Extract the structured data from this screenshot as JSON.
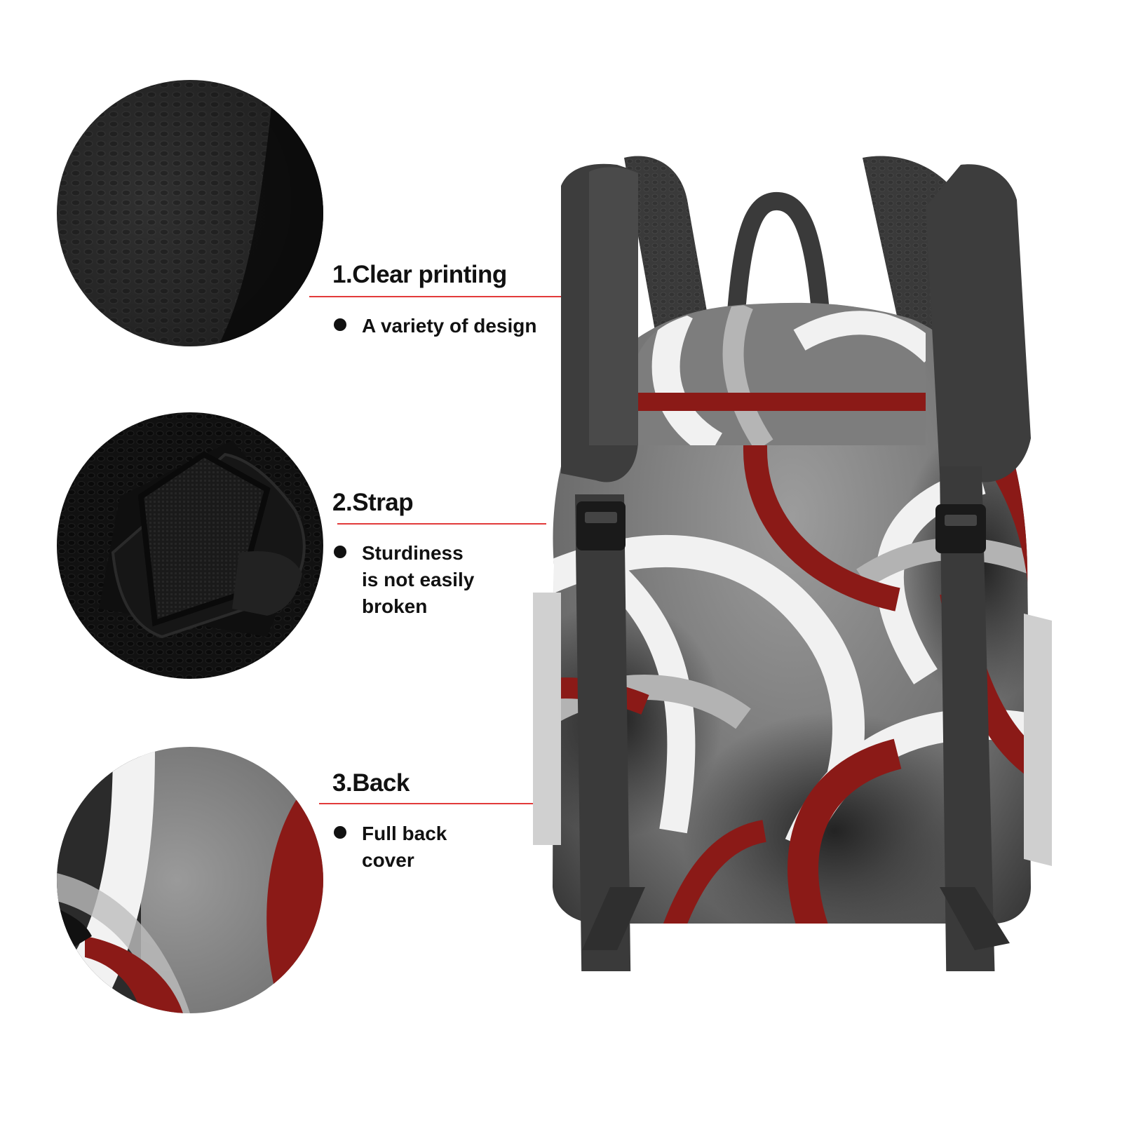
{
  "features": [
    {
      "title": "1.Clear printing",
      "bullets": [
        "A variety of design"
      ]
    },
    {
      "title": "2.Strap",
      "bullets": [
        "Sturdiness\nis not easily\nbroken"
      ]
    },
    {
      "title": "3.Back",
      "bullets": [
        "Full back\ncover"
      ]
    }
  ],
  "colors": {
    "accent_red": "#ff0000",
    "leader_line": "#e23a3a",
    "print_red": "#8b1a17",
    "strap_gray": "#3d3d3d",
    "print_gray": "#8a8a8a"
  },
  "icons": [
    "bullet-dot-icon",
    "callout-dot-icon"
  ]
}
